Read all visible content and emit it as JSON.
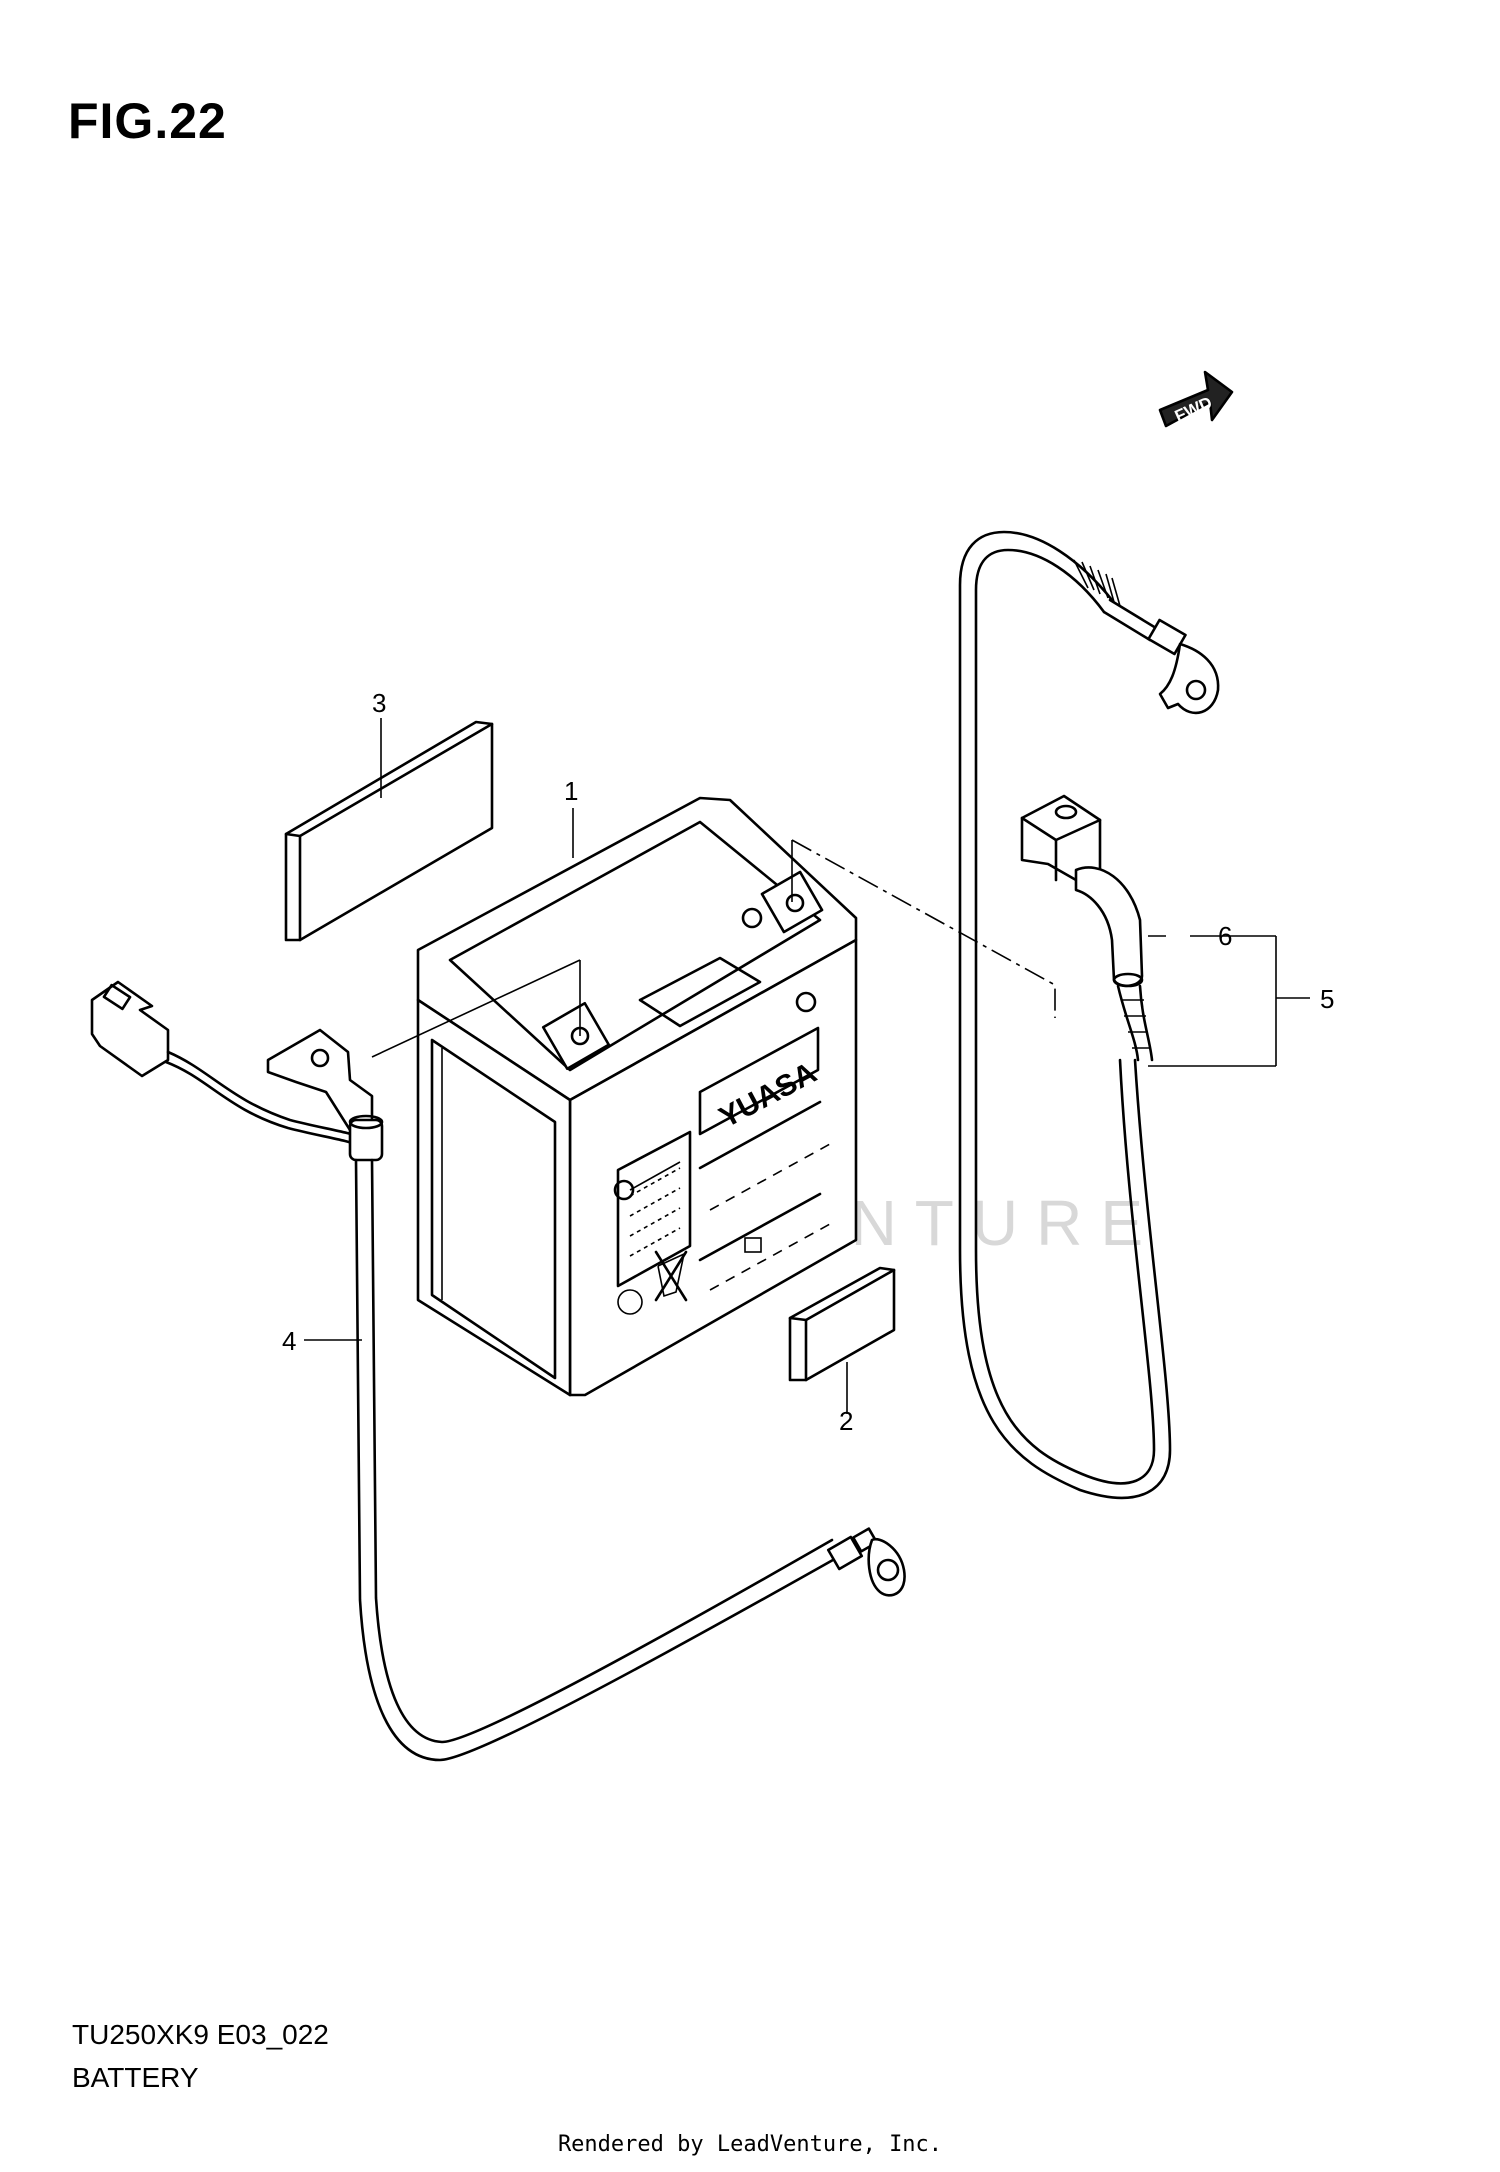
{
  "figure": {
    "title": "FIG.22",
    "model_code": "TU250XK9 E03_022",
    "section_name": "BATTERY",
    "rendered_by": "Rendered by LeadVenture, Inc.",
    "watermark": "LEADVENTURE",
    "battery_brand": "YUASA",
    "fwd_marker": "FWD"
  },
  "callouts": [
    {
      "id": "1",
      "label": "1"
    },
    {
      "id": "2",
      "label": "2"
    },
    {
      "id": "3",
      "label": "3"
    },
    {
      "id": "4",
      "label": "4"
    },
    {
      "id": "5",
      "label": "5"
    },
    {
      "id": "6",
      "label": "6"
    }
  ]
}
